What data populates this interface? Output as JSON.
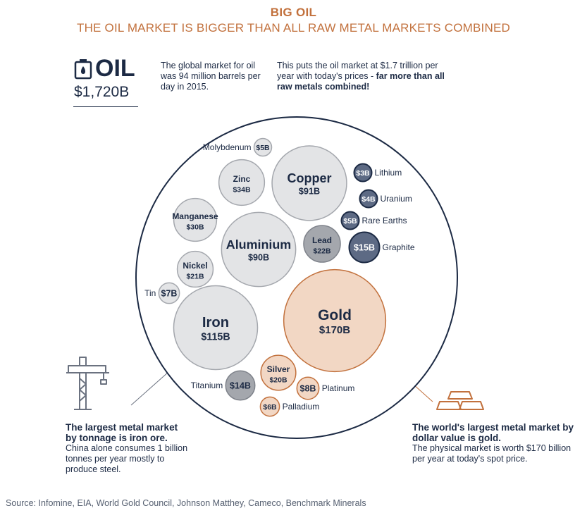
{
  "header": {
    "kicker": "BIG OIL",
    "headline": "THE OIL MARKET IS BIGGER THAN ALL RAW METAL MARKETS COMBINED"
  },
  "oil": {
    "label": "OIL",
    "value": "$1,720B",
    "icon": "oil-can-icon",
    "paragraph_1": "The global market for oil was 94 million barrels per day in 2015.",
    "paragraph_2_plain": "This puts the oil market at $1.7 trillion per year with today's prices - ",
    "paragraph_2_bold": "far more than all raw metals combined!"
  },
  "annotations": {
    "iron": {
      "title": "The largest metal market by tonnage is iron ore.",
      "body": "China alone consumes 1 billion tonnes per year mostly to produce steel.",
      "icon": "crane-icon"
    },
    "gold": {
      "title": "The world's largest metal market by dollar value is gold.",
      "body": "The physical market is worth $170 billion per year at today's spot price.",
      "icon": "gold-bars-icon"
    }
  },
  "source": "Source: Infomine, EIA, World Gold Council, Johnson Matthey, Cameco, Benchmark Minerals",
  "colors": {
    "accent": "#c2713d",
    "navy": "#1c2a44",
    "light_gray": "#e3e4e6",
    "mid_gray": "#a4a7ad",
    "slate": "#5d6a84",
    "gold": "#f2d7c4",
    "gold_light": "#f7e3d3"
  },
  "chart_data": {
    "type": "bubble",
    "unit": "USD billions",
    "outer": {
      "label": "OIL",
      "value": 1720
    },
    "series": [
      {
        "name": "Iron",
        "label": "Iron",
        "value_label": "$115B",
        "value": 115,
        "style": "light",
        "label_pos": "inside"
      },
      {
        "name": "Copper",
        "label": "Copper",
        "value_label": "$91B",
        "value": 91,
        "style": "light",
        "label_pos": "inside"
      },
      {
        "name": "Aluminium",
        "label": "Aluminium",
        "value_label": "$90B",
        "value": 90,
        "style": "light",
        "label_pos": "inside"
      },
      {
        "name": "Zinc",
        "label": "Zinc",
        "value_label": "$34B",
        "value": 34,
        "style": "light",
        "label_pos": "inside"
      },
      {
        "name": "Manganese",
        "label": "Manganese",
        "value_label": "$30B",
        "value": 30,
        "style": "light",
        "label_pos": "inside"
      },
      {
        "name": "Lead",
        "label": "Lead",
        "value_label": "$22B",
        "value": 22,
        "style": "mid",
        "label_pos": "inside"
      },
      {
        "name": "Nickel",
        "label": "Nickel",
        "value_label": "$21B",
        "value": 21,
        "style": "light",
        "label_pos": "inside"
      },
      {
        "name": "Titanium",
        "label": "Titanium",
        "value_label": "$14B",
        "value": 14,
        "style": "mid",
        "label_pos": "left"
      },
      {
        "name": "Graphite",
        "label": "Graphite",
        "value_label": "$15B",
        "value": 15,
        "style": "slate",
        "label_pos": "right"
      },
      {
        "name": "Tin",
        "label": "Tin",
        "value_label": "$7B",
        "value": 7,
        "style": "light",
        "label_pos": "left"
      },
      {
        "name": "Molybdenum",
        "label": "Molybdenum",
        "value_label": "$5B",
        "value": 5,
        "style": "light",
        "label_pos": "left"
      },
      {
        "name": "Rare Earths",
        "label": "Rare Earths",
        "value_label": "$5B",
        "value": 5,
        "style": "slate",
        "label_pos": "right"
      },
      {
        "name": "Uranium",
        "label": "Uranium",
        "value_label": "$4B",
        "value": 4,
        "style": "slate",
        "label_pos": "right"
      },
      {
        "name": "Lithium",
        "label": "Lithium",
        "value_label": "$3B",
        "value": 3,
        "style": "slate",
        "label_pos": "right"
      },
      {
        "name": "Gold",
        "label": "Gold",
        "value_label": "$170B",
        "value": 170,
        "style": "gold",
        "label_pos": "inside"
      },
      {
        "name": "Silver",
        "label": "Silver",
        "value_label": "$20B",
        "value": 20,
        "style": "gold",
        "label_pos": "inside"
      },
      {
        "name": "Platinum",
        "label": "Platinum",
        "value_label": "$8B",
        "value": 8,
        "style": "gold",
        "label_pos": "right"
      },
      {
        "name": "Palladium",
        "label": "Palladium",
        "value_label": "$6B",
        "value": 6,
        "style": "gold",
        "label_pos": "right"
      }
    ]
  }
}
